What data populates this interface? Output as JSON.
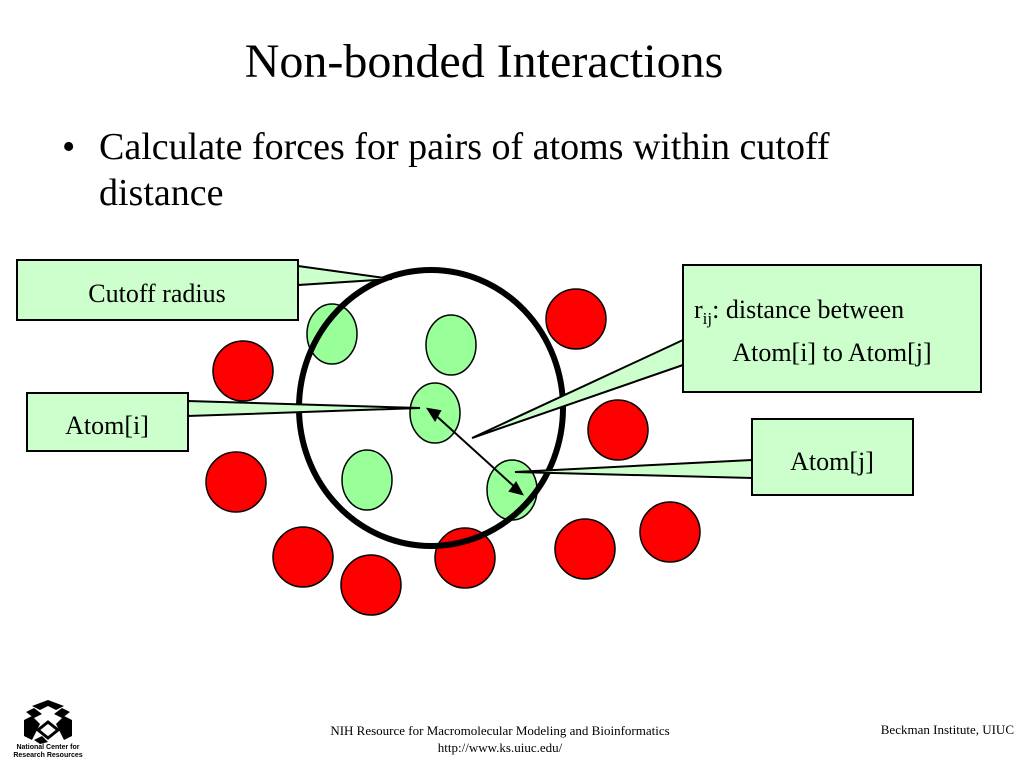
{
  "slide": {
    "title": "Non-bonded Interactions",
    "bullet_symbol": "•",
    "bullet_text": "Calculate forces for pairs of atoms within cutoff distance"
  },
  "diagram": {
    "cutoff_label": "Cutoff radius",
    "atom_i_label": "Atom[i]",
    "atom_j_label": "Atom[j]",
    "rij_label_main": "r",
    "rij_label_sub": "ij",
    "rij_label_rest": ": distance between",
    "rij_label_line2": "Atom[i] to Atom[j]",
    "colors": {
      "callout_fill": "#ccffcc",
      "inside_atom": "#99ff99",
      "outside_atom": "#ff0000"
    }
  },
  "footer": {
    "line1": "NIH Resource for Macromolecular Modeling and Bioinformatics",
    "line2": "http://www.ks.uiuc.edu/",
    "right": "Beckman Institute, UIUC",
    "logo_line1": "National Center for",
    "logo_line2": "Research Resources"
  }
}
